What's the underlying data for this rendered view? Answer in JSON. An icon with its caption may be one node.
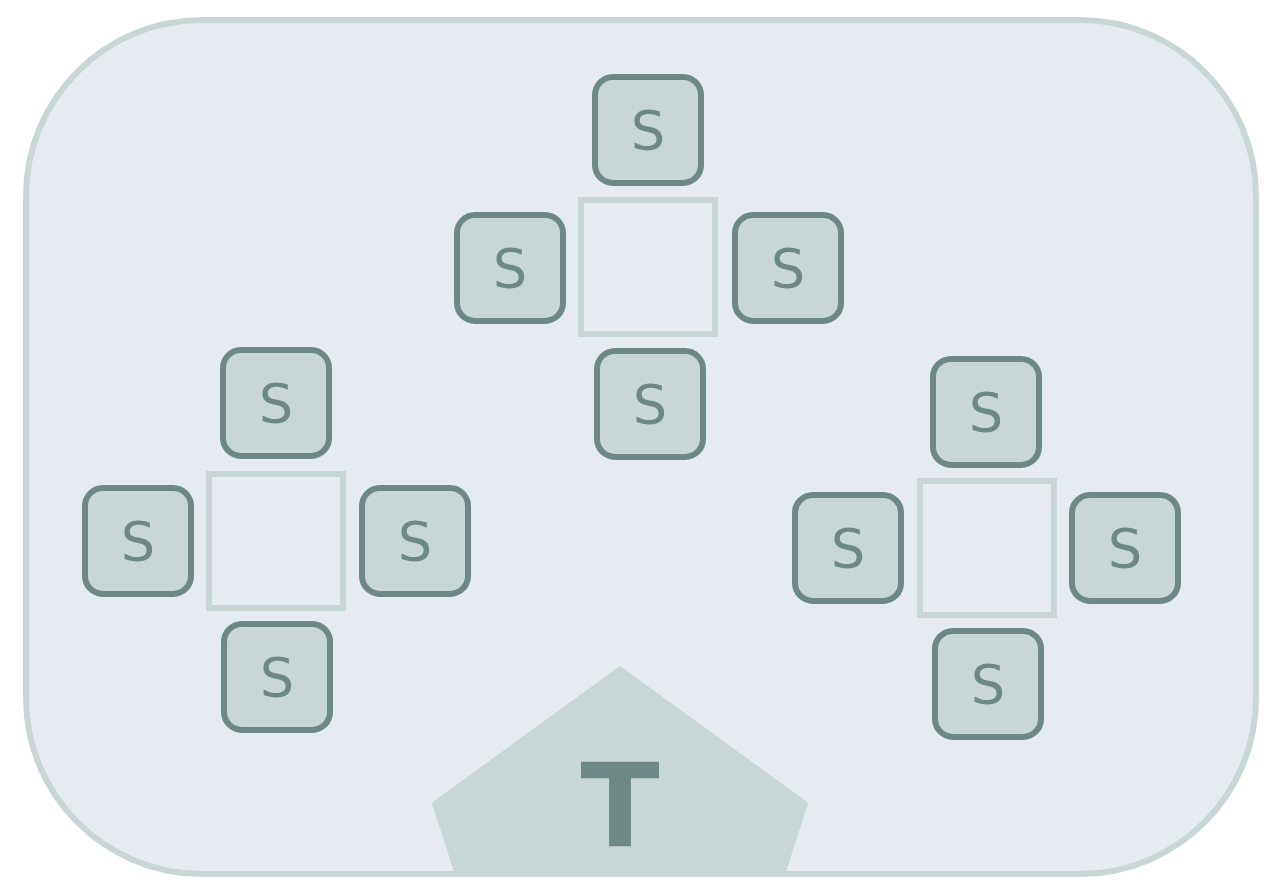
{
  "diagram": {
    "nodes": [
      {
        "text": [],
        "shape": "box"
      },
      {
        "text": [],
        "shape": "box",
        "in": 0
      },
      {
        "text": [
          "S"
        ],
        "in": 0
      },
      {
        "text": [
          "S"
        ],
        "in": 0
      },
      {
        "text": [
          "S"
        ],
        "in": 0
      },
      {
        "text": [
          "S"
        ],
        "in": 0
      },
      {
        "text": [],
        "shape": "box",
        "in": 0
      },
      {
        "text": [
          "S"
        ],
        "in": 0
      },
      {
        "text": [
          "S"
        ],
        "in": 0
      },
      {
        "text": [
          "S"
        ],
        "in": 0
      },
      {
        "text": [
          "S"
        ],
        "in": 0
      },
      {
        "text": [],
        "shape": "box",
        "in": 0
      },
      {
        "text": [
          "S"
        ],
        "in": 0
      },
      {
        "text": [
          "S"
        ],
        "in": 0
      },
      {
        "text": [
          "S"
        ],
        "in": 0
      },
      {
        "text": [
          "S"
        ],
        "in": 0
      },
      {
        "text": [
          "T"
        ],
        "in": 0
      }
    ]
  }
}
